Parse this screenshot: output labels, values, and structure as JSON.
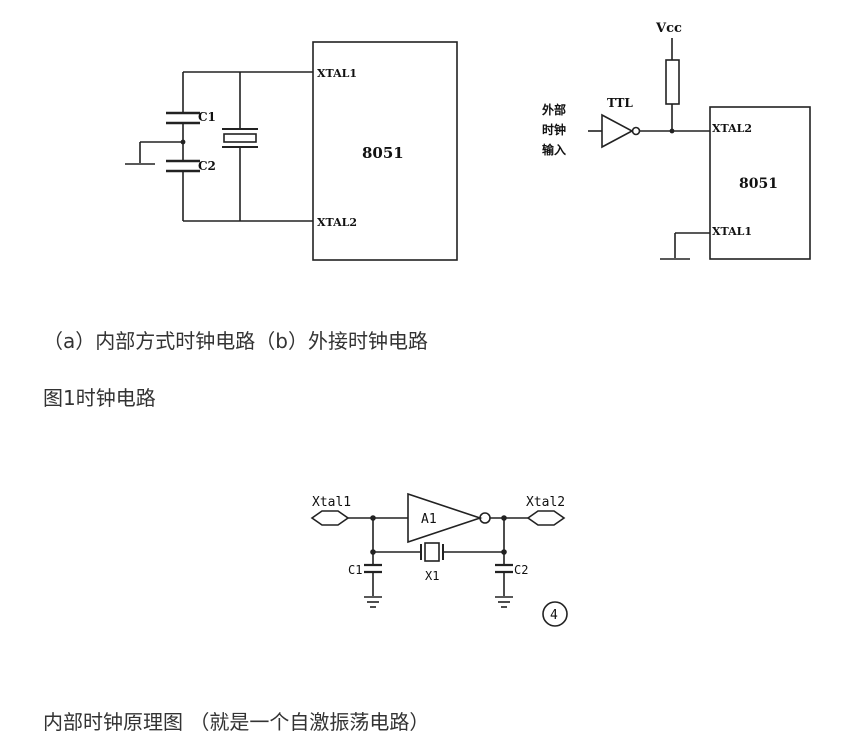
{
  "figure1": {
    "left": {
      "chip_label": "8051",
      "pin_top": "XTAL1",
      "pin_bottom": "XTAL2",
      "cap1": "C1",
      "cap2": "C2"
    },
    "right": {
      "chip_label": "8051",
      "pin_top": "XTAL2",
      "pin_bottom": "XTAL1",
      "vcc": "Vcc",
      "ttl": "TTL",
      "ext_line1": "外部",
      "ext_line2": "时钟",
      "ext_line3": "输入"
    },
    "caption_sub": "（a）内部方式时钟电路（b）外接时钟电路",
    "caption_main": "图1时钟电路"
  },
  "figure2": {
    "xtal1": "Xtal1",
    "xtal2": "Xtal2",
    "amp": "A1",
    "crystal": "X1",
    "cap1": "C1",
    "cap2": "C2",
    "badge": "4",
    "caption": "内部时钟原理图 （就是一个自激振荡电路）"
  }
}
